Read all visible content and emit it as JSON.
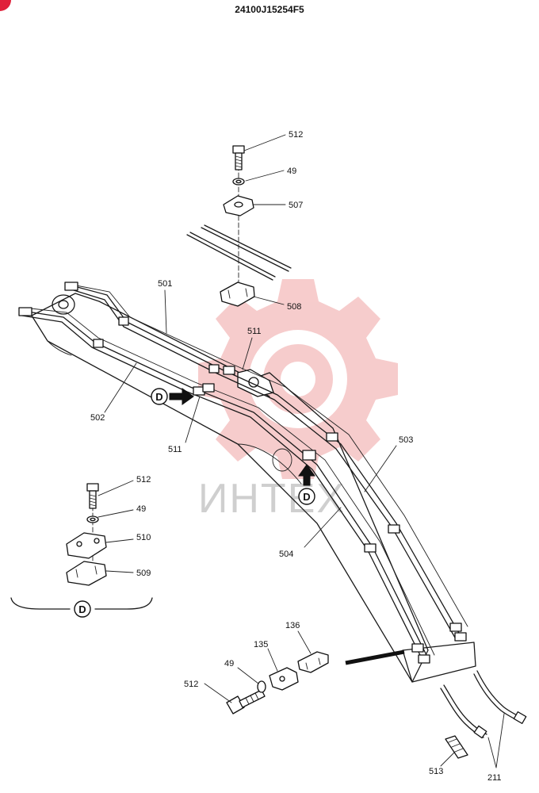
{
  "drawing_number": "24100J15254F5",
  "watermark_text": "ИНТЕХ",
  "view_marker": "D",
  "detail_view_label": "D",
  "parts": {
    "p501": "501",
    "p502": "502",
    "p503": "503",
    "p504": "504",
    "p507": "507",
    "p508": "508",
    "p509": "509",
    "p510": "510",
    "p511a": "511",
    "p511b": "511",
    "p512a": "512",
    "p512b": "512",
    "p512c": "512",
    "p513": "513",
    "p49a": "49",
    "p49b": "49",
    "p49c": "49",
    "p135": "135",
    "p136": "136",
    "p211": "211"
  },
  "colors": {
    "watermark_gear": "#f6c7c7",
    "corner_badge": "#e0203a",
    "line": "#111111"
  }
}
